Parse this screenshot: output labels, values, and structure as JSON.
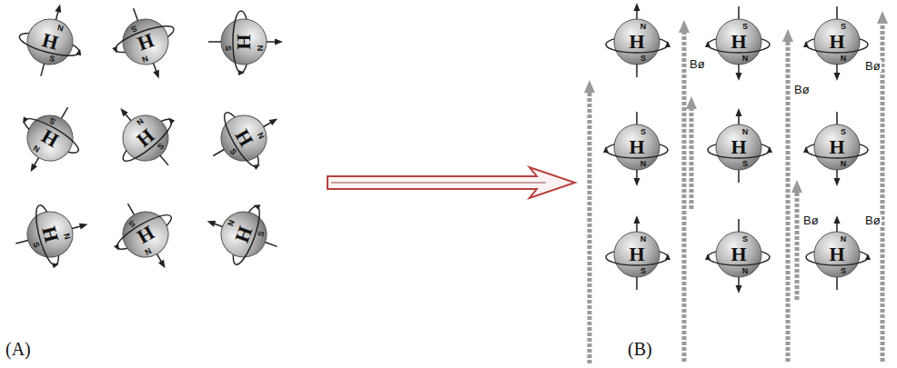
{
  "diagram": {
    "nodes": [
      {
        "text": [
          "H",
          "N",
          "S"
        ]
      },
      {
        "text": [
          "H",
          "N",
          "S"
        ]
      },
      {
        "text": [
          "H",
          "N",
          "S"
        ]
      },
      {
        "text": [
          "H",
          "N",
          "S"
        ]
      },
      {
        "text": [
          "H",
          "N",
          "S"
        ]
      },
      {
        "text": [
          "H",
          "N",
          "S"
        ]
      },
      {
        "text": [
          "H",
          "N",
          "S"
        ]
      },
      {
        "text": [
          "H",
          "N",
          "S"
        ]
      },
      {
        "text": [
          "H",
          "N",
          "S"
        ]
      },
      {
        "text": [
          "H",
          "N",
          "S"
        ]
      },
      {
        "text": [
          "H",
          "N",
          "S"
        ]
      },
      {
        "text": [
          "H",
          "N",
          "S"
        ]
      },
      {
        "text": [
          "H",
          "N",
          "S"
        ]
      },
      {
        "text": [
          "H",
          "N",
          "S"
        ]
      },
      {
        "text": [
          "H",
          "N",
          "S"
        ]
      },
      {
        "text": [
          "H",
          "N",
          "S"
        ]
      },
      {
        "text": [
          "H",
          "N",
          "S"
        ]
      },
      {
        "text": [
          "H",
          "N",
          "S"
        ]
      }
    ],
    "labels": [
      "(A)",
      "(B)",
      "Bø",
      "Bø",
      "Bø",
      "Bø",
      "Bø"
    ]
  }
}
